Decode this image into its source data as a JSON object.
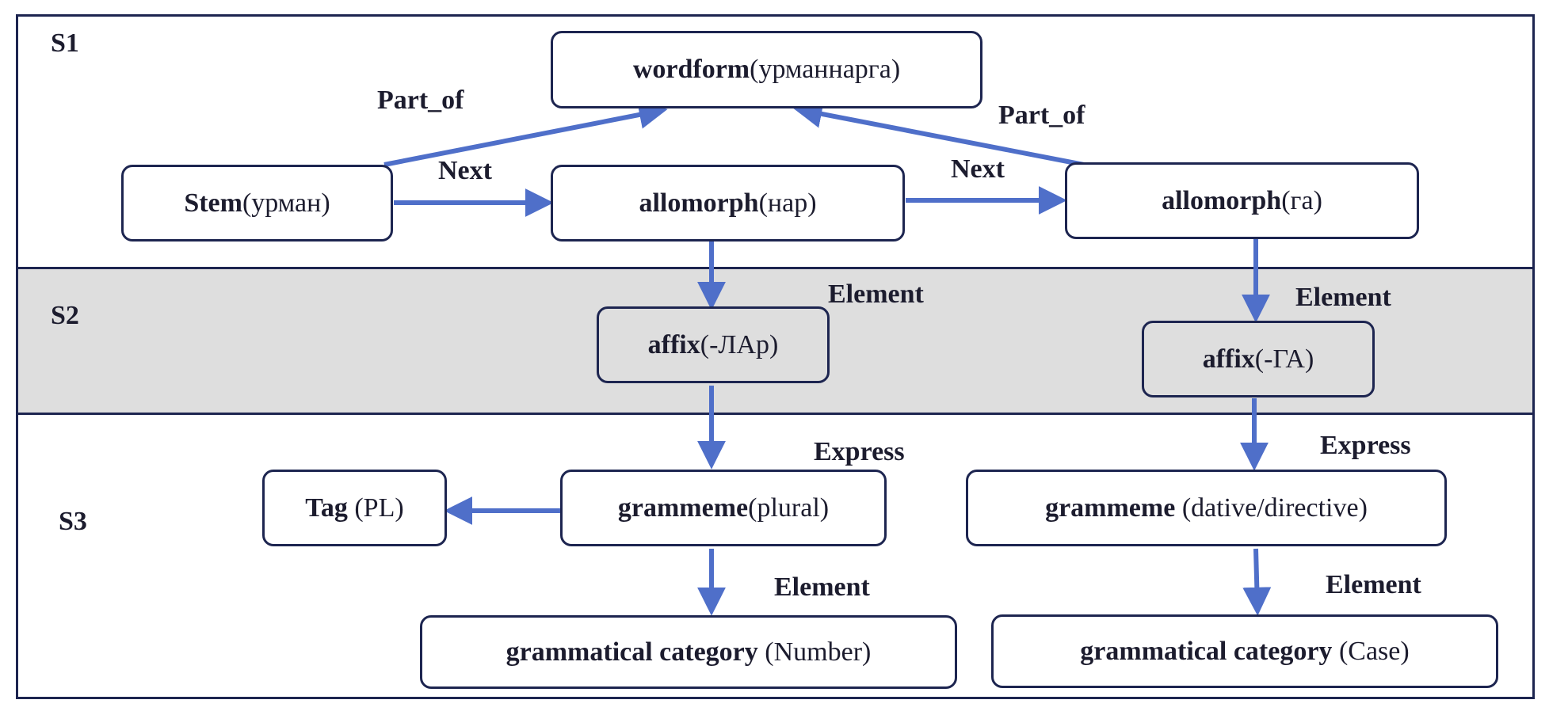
{
  "sections": {
    "s1": "S1",
    "s2": "S2",
    "s3": "S3"
  },
  "nodes": {
    "wordform": {
      "bold": "wordform",
      "rest": "(урманнарга)"
    },
    "stem": {
      "bold": "Stem",
      "rest": "(урман)"
    },
    "allomorph1": {
      "bold": "allomorph",
      "rest": "(нар)"
    },
    "allomorph2": {
      "bold": "allomorph",
      "rest": "(га)"
    },
    "affix1": {
      "bold": "affix",
      "rest": "(-ЛАр)"
    },
    "affix2": {
      "bold": "affix",
      "rest": "(-ГА)"
    },
    "tag": {
      "bold": "Tag",
      "rest": " (PL)"
    },
    "grammeme1": {
      "bold": "grammeme",
      "rest": "(plural)"
    },
    "grammeme2": {
      "bold": "grammeme",
      "rest": " (dative/directive)"
    },
    "category1": {
      "bold": "grammatical category",
      "rest": " (Number)"
    },
    "category2": {
      "bold": "grammatical category",
      "rest": " (Case)"
    }
  },
  "edges": {
    "part_of_left": "Part_of",
    "part_of_right": "Part_of",
    "next_1": "Next",
    "next_2": "Next",
    "element_1": "Element",
    "element_2": "Element",
    "express_1": "Express",
    "express_2": "Express",
    "element_3": "Element",
    "element_4": "Element"
  },
  "colors": {
    "arrow": "#4f6fc9",
    "border": "#1d2550",
    "band": "#dedede"
  }
}
